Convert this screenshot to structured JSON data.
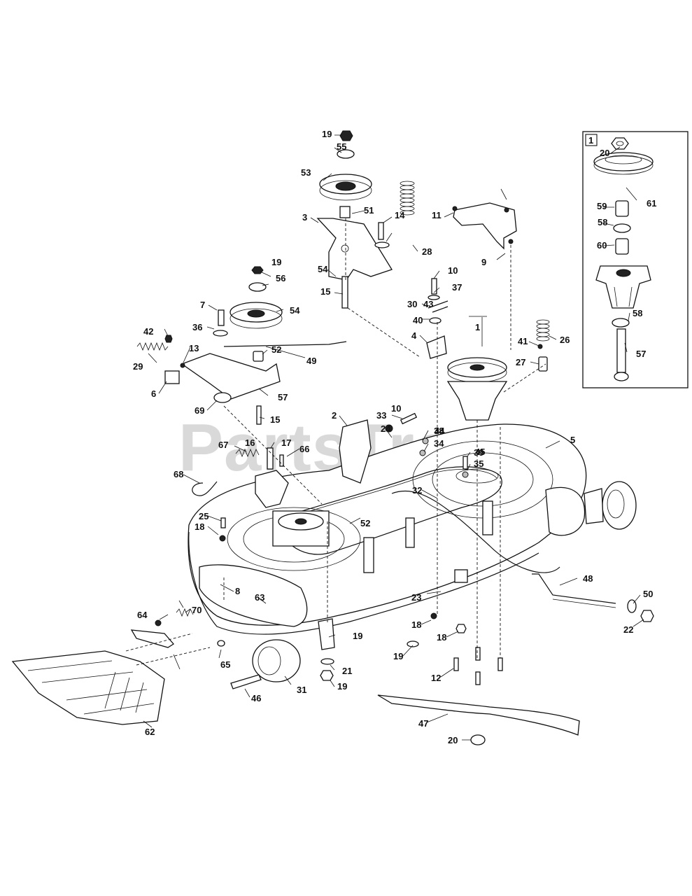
{
  "watermark": "PartsTree",
  "inset": {
    "title": "1"
  },
  "callouts": [
    "1",
    "2",
    "3",
    "4",
    "5",
    "6",
    "7",
    "8",
    "9",
    "10",
    "10",
    "11",
    "12",
    "13",
    "14",
    "15",
    "15",
    "16",
    "17",
    "18",
    "18",
    "18",
    "19",
    "19",
    "19",
    "19",
    "19",
    "20",
    "20",
    "21",
    "22",
    "23",
    "24",
    "25",
    "26",
    "27",
    "28",
    "29",
    "30",
    "31",
    "32",
    "33",
    "34",
    "35",
    "36",
    "37",
    "38",
    "39",
    "40",
    "41",
    "42",
    "43",
    "44",
    "45",
    "46",
    "47",
    "48",
    "49",
    "50",
    "51",
    "52",
    "52",
    "53",
    "54",
    "54",
    "55",
    "56",
    "57",
    "57",
    "58",
    "58",
    "59",
    "60",
    "61",
    "62",
    "63",
    "64",
    "65",
    "66",
    "67",
    "68",
    "69",
    "70"
  ]
}
